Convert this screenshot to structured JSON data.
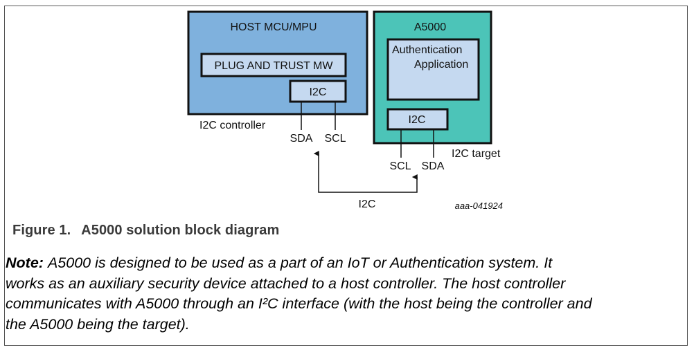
{
  "diagram": {
    "host_box": {
      "title": "HOST MCU/MPU",
      "fill": "#7fb1dd",
      "inner_label": "PLUG AND TRUST MW",
      "i2c_label": "I2C",
      "role_label": "I2C controller",
      "pins": [
        "SDA",
        "SCL"
      ]
    },
    "a5000_box": {
      "title": "A5000",
      "fill": "#4cc4b8",
      "app_label_line1": "Authentication",
      "app_label_line2": "Application",
      "i2c_label": "I2C",
      "role_label": "I2C target",
      "pins": [
        "SCL",
        "SDA"
      ]
    },
    "inner_fill": "#c5d9f0",
    "bus_label": "I2C",
    "figure_id": "aaa-041924"
  },
  "caption": {
    "number": "Figure 1.",
    "title": "A5000 solution block diagram"
  },
  "note": {
    "label": "Note:",
    "lines": [
      "A5000 is designed to be used as a part of an IoT or Authentication system. It",
      "works as an auxiliary security device attached to a host controller. The host controller",
      "communicates with A5000 through an I²C interface (with the host being the controller and",
      "the A5000 being the target)."
    ]
  }
}
